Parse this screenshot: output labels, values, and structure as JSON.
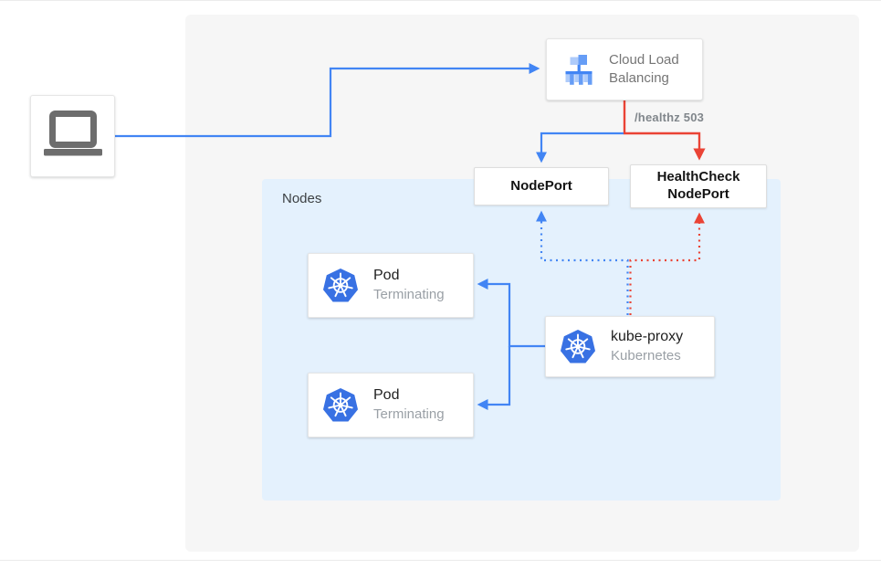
{
  "app": {
    "type": "kubernetes-architecture-diagram"
  },
  "nodes": {
    "client": {
      "icon": "laptop-icon"
    },
    "load_balancer": {
      "label": "Cloud Load Balancing",
      "icon": "load-balancer-icon"
    },
    "nodeport": {
      "label": "NodePort"
    },
    "healthcheck_nodeport": {
      "label": "HealthCheck NodePort"
    },
    "nodes_group": {
      "label": "Nodes"
    },
    "pod_1": {
      "title": "Pod",
      "status": "Terminating",
      "icon": "kubernetes-icon"
    },
    "pod_2": {
      "title": "Pod",
      "status": "Terminating",
      "icon": "kubernetes-icon"
    },
    "kube_proxy": {
      "title": "kube-proxy",
      "subtitle": "Kubernetes",
      "icon": "kubernetes-icon"
    }
  },
  "edges": {
    "healthz_label": "/healthz 503",
    "client_to_load_balancer": {
      "style": "solid",
      "color": "#4285f4",
      "direction": "to-load-balancer"
    },
    "load_balancer_to_nodeport": {
      "style": "solid",
      "color": "#4285f4",
      "direction": "to-nodeport"
    },
    "load_balancer_to_healthcheck_nodeport": {
      "style": "solid",
      "color": "#ea4335",
      "direction": "to-healthcheck-nodeport"
    },
    "kube_proxy_to_nodeport": {
      "style": "dotted",
      "color": "#4285f4",
      "direction": "to-nodeport"
    },
    "kube_proxy_to_healthcheck_nodeport": {
      "style": "dotted",
      "color": "#ea4335",
      "direction": "to-healthcheck-nodeport"
    },
    "kube_proxy_to_pod_1": {
      "style": "solid",
      "color": "#4285f4",
      "direction": "to-pod"
    },
    "kube_proxy_to_pod_2": {
      "style": "solid",
      "color": "#4285f4",
      "direction": "to-pod"
    }
  },
  "colors": {
    "blue": "#4285f4",
    "red": "#ea4335",
    "nodes_group_bg": "#e4f1fd",
    "canvas_bg": "#f6f6f6",
    "kubernetes_blue": "#3871e3",
    "lb_icon_light": "#aecbfa",
    "lb_icon_mid": "#669df6",
    "text_primary": "#141414",
    "text_secondary": "#80868b"
  }
}
